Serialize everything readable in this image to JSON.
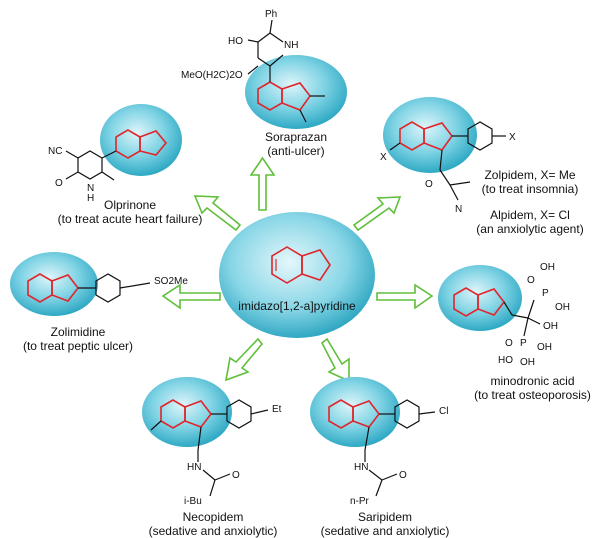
{
  "center": {
    "name": "imidazo[1,2-a]pyridine"
  },
  "drugs": {
    "soraprazan": {
      "name": "Soraprazan",
      "use": "(anti-ulcer)",
      "labels": {
        "ph": "Ph",
        "ho": "HO",
        "nh": "NH",
        "ether": "MeO(H2C)2O"
      }
    },
    "olprinone": {
      "name": "Olprinone",
      "use": "(to treat acute heart failure)",
      "labels": {
        "nc": "NC",
        "o": "O",
        "nh": "N",
        "h": "H"
      }
    },
    "zolpidem": {
      "name": "Zolpidem, X= Me",
      "use": "(to treat insomnia)",
      "labels": {
        "x1": "X",
        "x2": "X",
        "o": "O",
        "n": "N"
      }
    },
    "alpidem": {
      "name": "Alpidem, X= Cl",
      "use": "(an anxiolytic agent)"
    },
    "zolimidine": {
      "name": "Zolimidine",
      "use": "(to treat peptic ulcer)",
      "labels": {
        "so2me": "SO2Me"
      }
    },
    "minodronic": {
      "name": "minodronic acid",
      "use": "(to treat osteoporosis)",
      "labels": {
        "oh": "OH",
        "p": "P",
        "o": "O",
        "ho": "HO"
      }
    },
    "necopidem": {
      "name": "Necopidem",
      "use": "(sedative and anxiolytic)",
      "labels": {
        "et": "Et",
        "hn": "HN",
        "ibu": "i-Bu",
        "o": "O"
      }
    },
    "saripidem": {
      "name": "Saripidem",
      "use": "(sedative and anxiolytic)",
      "labels": {
        "cl": "Cl",
        "hn": "HN",
        "npr": "n-Pr",
        "o": "O"
      }
    }
  },
  "colors": {
    "ellipse": "#4fc3d9",
    "ring": "#e0252b",
    "arrow": "#5fbf3a"
  }
}
